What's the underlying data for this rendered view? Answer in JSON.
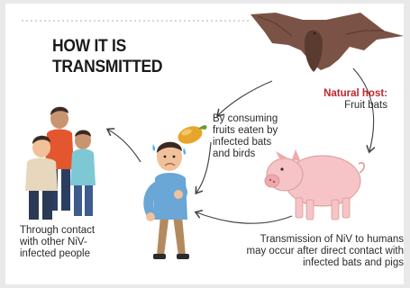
{
  "diagram": {
    "title": "HOW IT IS\nTRANSMITTED",
    "natural_host_label": "Natural host:",
    "natural_host_value": "Fruit bats",
    "fruit_text": "By consuming\nfruits eaten by\ninfected bats\nand birds",
    "contact_text": "Through contact\nwith other NiV-\ninfected people",
    "pig_text": "Transmission of NiV to humans\nmay occur after direct contact with\ninfected bats and pigs"
  },
  "colors": {
    "accent_red": "#c0272d",
    "bat": "#7b5346",
    "pig": "#f6c4c6",
    "mango": "#e7a52b",
    "arrow": "#444444"
  },
  "icons": [
    "bat-icon",
    "pig-icon",
    "mango-icon",
    "sick-man-icon",
    "people-group-icon"
  ]
}
